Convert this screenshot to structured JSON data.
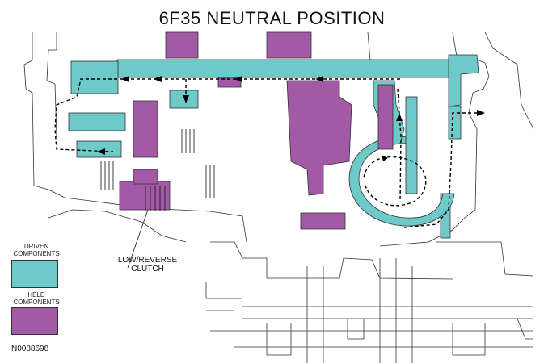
{
  "title": "6F35 NEUTRAL POSITION",
  "legend": [
    {
      "line1": "DRIVEN",
      "line2": "COMPONENTS",
      "color": "#6ec9c9"
    },
    {
      "line1": "HELD",
      "line2": "COMPONENTS",
      "color": "#a35aa6"
    }
  ],
  "callout": {
    "line1": "LOW/REVERSE",
    "line2": "CLUTCH"
  },
  "doc_id": "N0088698",
  "colors": {
    "driven": "#6ec9c9",
    "held": "#a35aa6",
    "line": "#333333"
  }
}
